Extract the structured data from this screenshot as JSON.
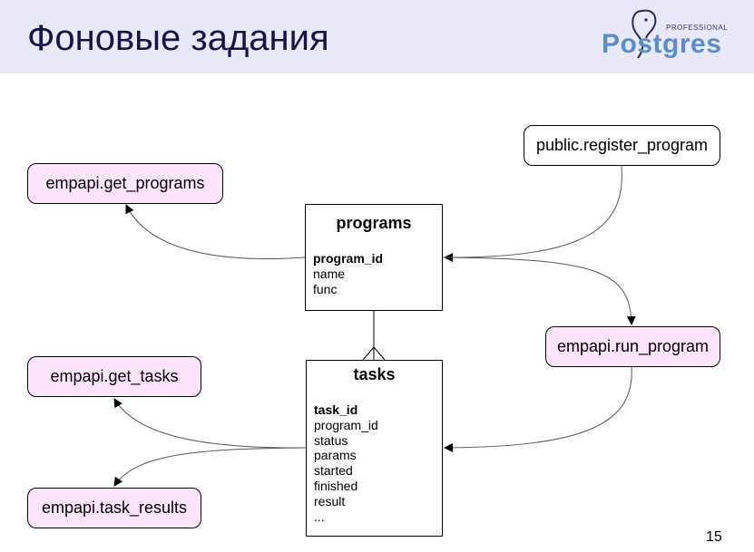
{
  "slide": {
    "title": "Фоновые задания",
    "page_number": "15"
  },
  "logo": {
    "word": "Postgres",
    "tagline": "PROFESSIONAL",
    "color": "#5b8ccc"
  },
  "entities": {
    "programs": {
      "title": "programs",
      "key": "program_id",
      "fields": [
        "name",
        "func"
      ]
    },
    "tasks": {
      "title": "tasks",
      "key": "task_id",
      "fields": [
        "program_id",
        "status",
        "params",
        "started",
        "finished",
        "result",
        "..."
      ]
    }
  },
  "functions": {
    "get_programs": "empapi.get_programs",
    "register_program": "public.register_program",
    "run_program": "empapi.run_program",
    "get_tasks": "empapi.get_tasks",
    "task_results": "empapi.task_results"
  },
  "colors": {
    "pink_fill": "#fde6fd",
    "header_bg": "#e8e8f8",
    "title_text": "#14144a"
  }
}
